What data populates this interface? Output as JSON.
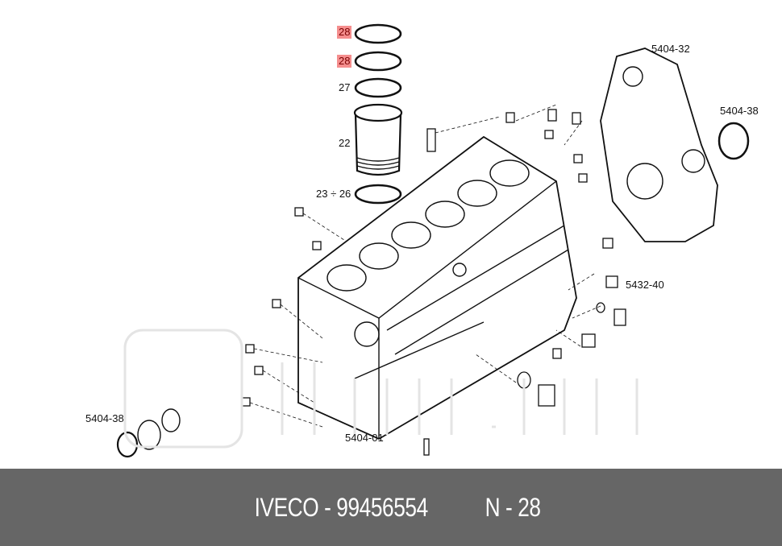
{
  "callouts": {
    "ring_top": "28",
    "ring_second": "28",
    "ring_third": "27",
    "liner": "22",
    "ring_bottom": "23 ÷ 26",
    "front_cover": "5404-32",
    "front_seal": "5404-38",
    "sensor": "5432-40",
    "rear_seal": "5404-38",
    "block": "5404-01"
  },
  "highlight_color": "#f58e8e",
  "footer": {
    "brand_part": "IVECO - 99456554",
    "position": "N - 28"
  }
}
